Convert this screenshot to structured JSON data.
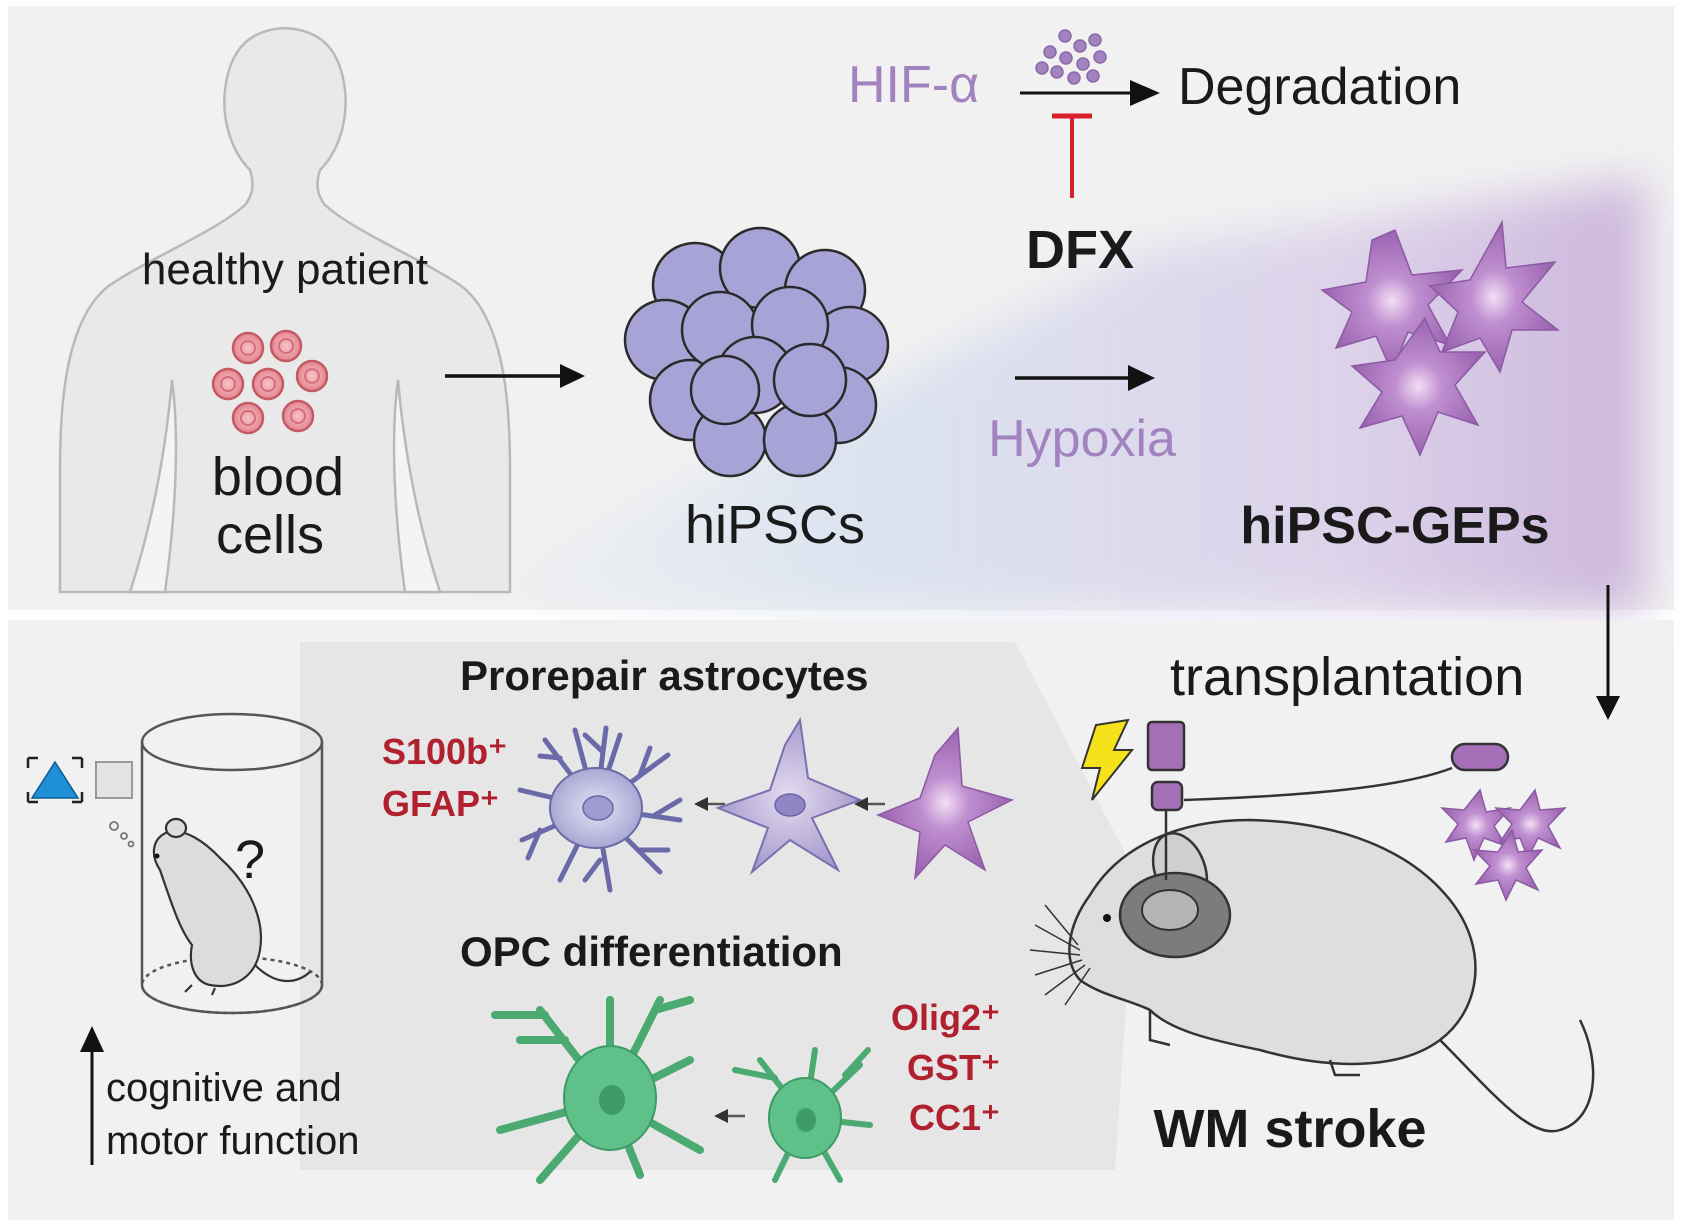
{
  "top": {
    "patient_label": "healthy patient",
    "blood_line1": "blood",
    "blood_line2": "cells",
    "hipsc_label": "hiPSCs",
    "hif_label": "HIF-α",
    "degradation_label": "Degradation",
    "dfx_label": "DFX",
    "hypoxia_label": "Hypoxia",
    "geps_label": "hiPSC-GEPs"
  },
  "bottom": {
    "transplantation_label": "transplantation",
    "astro_title": "Prorepair astrocytes",
    "astro_markers": [
      "S100b⁺",
      "GFAP⁺"
    ],
    "opc_title": "OPC differentiation",
    "opc_markers": [
      "Olig2⁺",
      "GST⁺",
      "CC1⁺"
    ],
    "stroke_label": "WM stroke",
    "question_mark": "?",
    "function_line1": "cognitive and",
    "function_line2": "motor function"
  },
  "colors": {
    "panel": "#f1f1f1",
    "purple_text": "#a383bf",
    "marker_red": "#b0202e",
    "inhibit_red": "#d8202b",
    "hipsc_fill": "#a7a3d6",
    "gep_fill": "#a56fb8",
    "opc_fill": "#5fc08a",
    "rbc_fill": "#e9939b",
    "triangle_blue": "#1f8fd6"
  },
  "icons": [
    "human-silhouette-icon",
    "lightning-icon",
    "electrode-icon",
    "mouse-icon",
    "cylinder-icon",
    "triangle-icon",
    "square-icon"
  ]
}
